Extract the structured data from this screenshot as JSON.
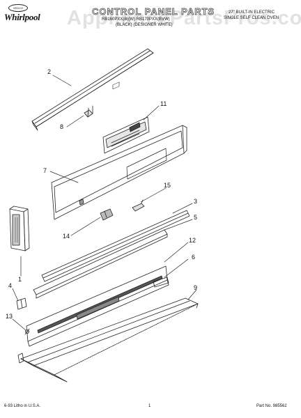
{
  "header": {
    "brand": "Whirlpool",
    "brand_seal": "VEDCO",
    "title": "CONTROL PANEL PARTS",
    "model_line": "RB160PXX(B)(W)   RB170PXX(B)(W)",
    "colors_line": "(BLACK)   (DESIGNER WHITE)",
    "product_line_1": "27\" BUILT-IN ELECTRIC",
    "product_line_2": "SINGLE SELF CLEAN OVEN",
    "watermark": "AppliancePartsPros.com"
  },
  "callouts": [
    "2",
    "8",
    "11",
    "7",
    "15",
    "3",
    "5",
    "14",
    "12",
    "1",
    "6",
    "4",
    "9",
    "13"
  ],
  "footer": {
    "left": "6-93 Litho in U.S.A.",
    "page_number": "1",
    "part_number": "Part No. 985562"
  },
  "colors": {
    "line": "#222222",
    "paper": "#ffffff",
    "watermark": "#999999"
  }
}
